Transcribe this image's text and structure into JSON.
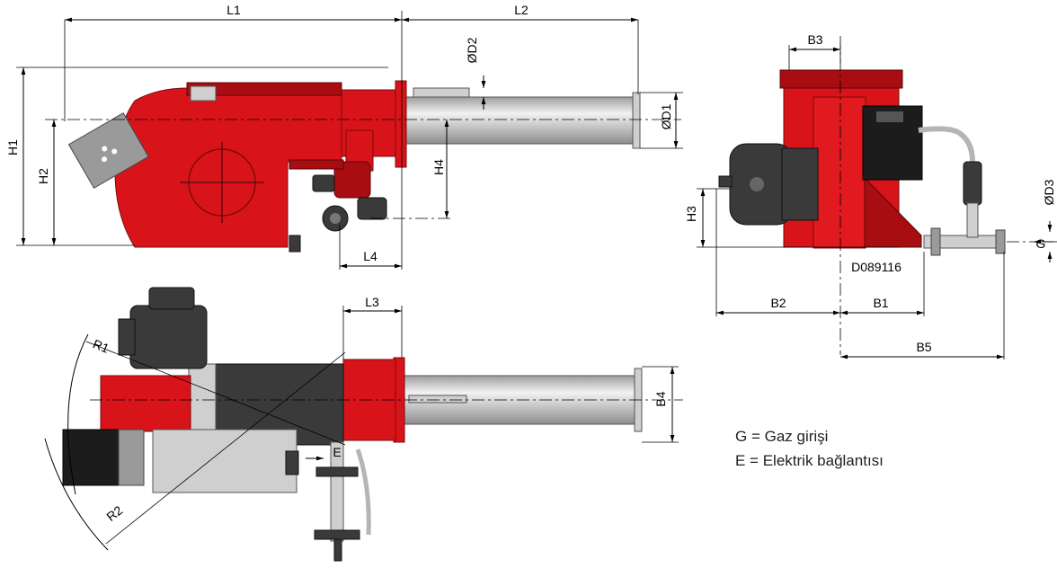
{
  "dimensions": {
    "L1": "L1",
    "L2": "L2",
    "L3": "L3",
    "L4": "L4",
    "H1": "H1",
    "H2": "H2",
    "H3": "H3",
    "H4": "H4",
    "B1": "B1",
    "B2": "B2",
    "B3": "B3",
    "B4": "B4",
    "B5": "B5",
    "D1": "ØD1",
    "D2": "ØD2",
    "D3": "ØD3",
    "R1": "R1",
    "R2": "R2",
    "G": "G",
    "E": "E"
  },
  "drawing_code": "D089116",
  "legend": {
    "gas": "G = Gaz girişi",
    "electric": "E = Elektrik bağlantısı"
  },
  "colors": {
    "burner_body": "#d8141a",
    "tube": "#c8c8c8",
    "motor": "#3a3a3a"
  }
}
